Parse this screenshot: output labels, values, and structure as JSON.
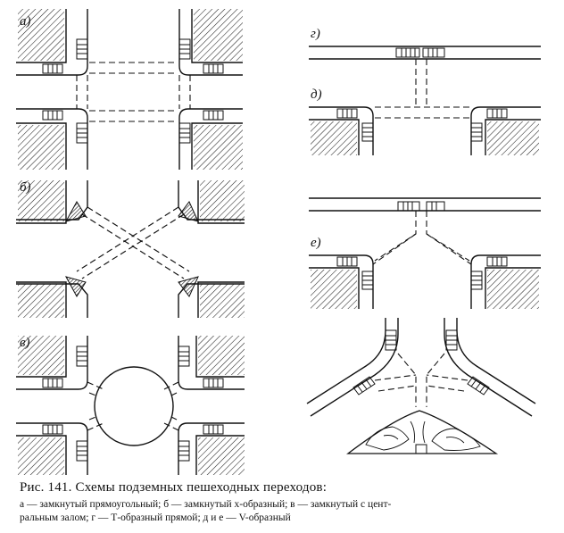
{
  "figure": {
    "labels": {
      "a": "а)",
      "b": "б)",
      "v": "в)",
      "g": "г)",
      "d": "д)",
      "e": "е)"
    }
  },
  "caption": {
    "title": "Рис. 141. Схемы подземных пешеходных переходов:",
    "line1": "а — замкнутый прямоугольный; б — замкнутый х-образный; в — замкнутый с цент-",
    "line2": "ральным залом; г — Т-образный прямой; д и е — V-образный"
  }
}
